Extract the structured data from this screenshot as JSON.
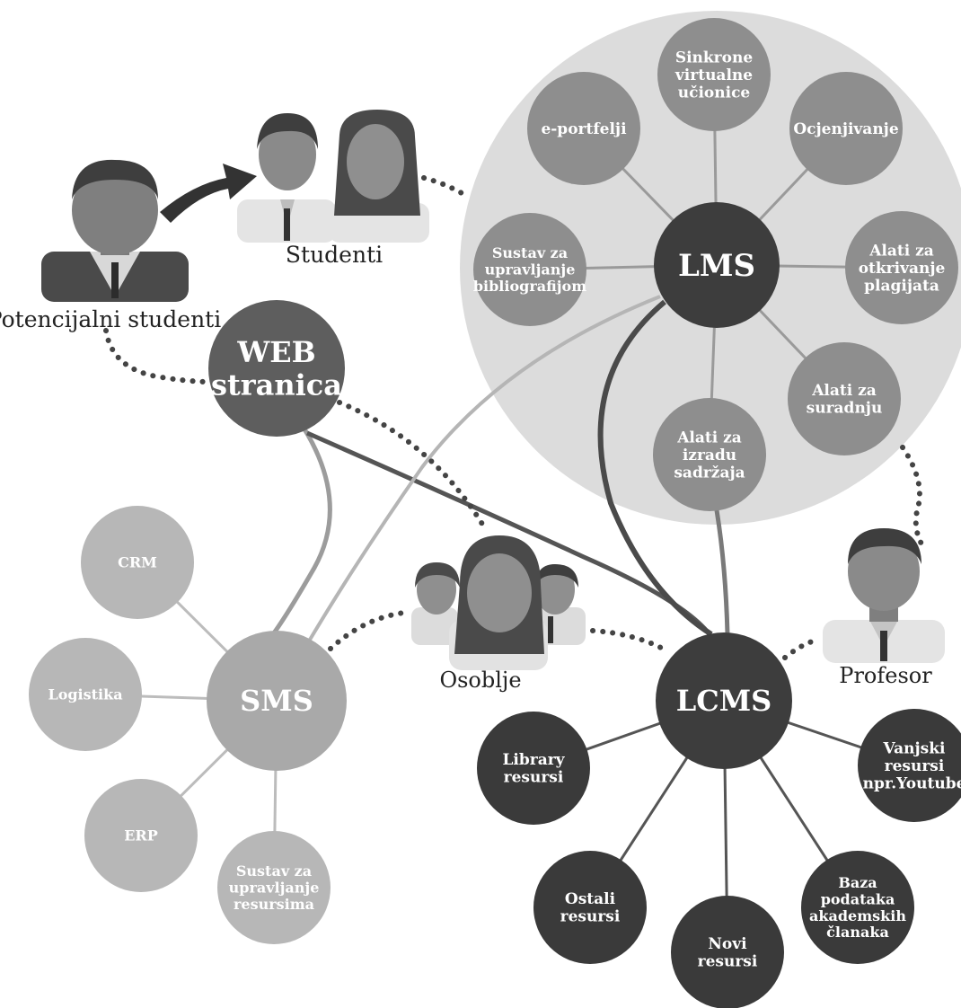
{
  "colors": {
    "lms_zone": "#dcdcdc",
    "lms_sat": "#8e8e8e",
    "hub_dark": "#3d3d3d",
    "web_hub": "#5e5e5e",
    "sms_sat": "#b7b7b7",
    "sms_hub": "#a9a9a9",
    "lcms_sat": "#3a3a3a",
    "person_dark": "#4a4a4a",
    "person_mid": "#8f8f8f",
    "person_light": "#d8d8d8"
  },
  "hubs": {
    "lms": "LMS",
    "web_line1": "WEB",
    "web_line2": "stranica",
    "sms": "SMS",
    "lcms": "LCMS"
  },
  "lms_modules": {
    "sinkrone": [
      "Sinkrone",
      "virtualne",
      "učionice"
    ],
    "eportfelji": [
      "e-portfelji"
    ],
    "ocjenjivanje": [
      "Ocjenjivanje"
    ],
    "bibliografija": [
      "Sustav za",
      "upravljanje",
      "bibliografijom"
    ],
    "plagijat": [
      "Alati za",
      "otkrivanje",
      "plagijata"
    ],
    "suradnja": [
      "Alati za",
      "suradnju"
    ],
    "sadrzaj": [
      "Alati za",
      "izradu",
      "sadržaja"
    ]
  },
  "sms_modules": {
    "crm": [
      "CRM"
    ],
    "logistika": [
      "Logistika"
    ],
    "erp": [
      "ERP"
    ],
    "resursi": [
      "Sustav za",
      "upravljanje",
      "resursima"
    ]
  },
  "lcms_modules": {
    "library": [
      "Library",
      "resursi"
    ],
    "vanjski": [
      "Vanjski",
      "resursi",
      "npr.Youtube"
    ],
    "ostali": [
      "Ostali",
      "resursi"
    ],
    "novi": [
      "Novi",
      "resursi"
    ],
    "baza": [
      "Baza",
      "podataka",
      "akademskih",
      "članaka"
    ]
  },
  "people": {
    "potencijalni": "Potencijalni studenti",
    "studenti": "Studenti",
    "osoblje": "Osoblje",
    "profesor": "Profesor"
  }
}
